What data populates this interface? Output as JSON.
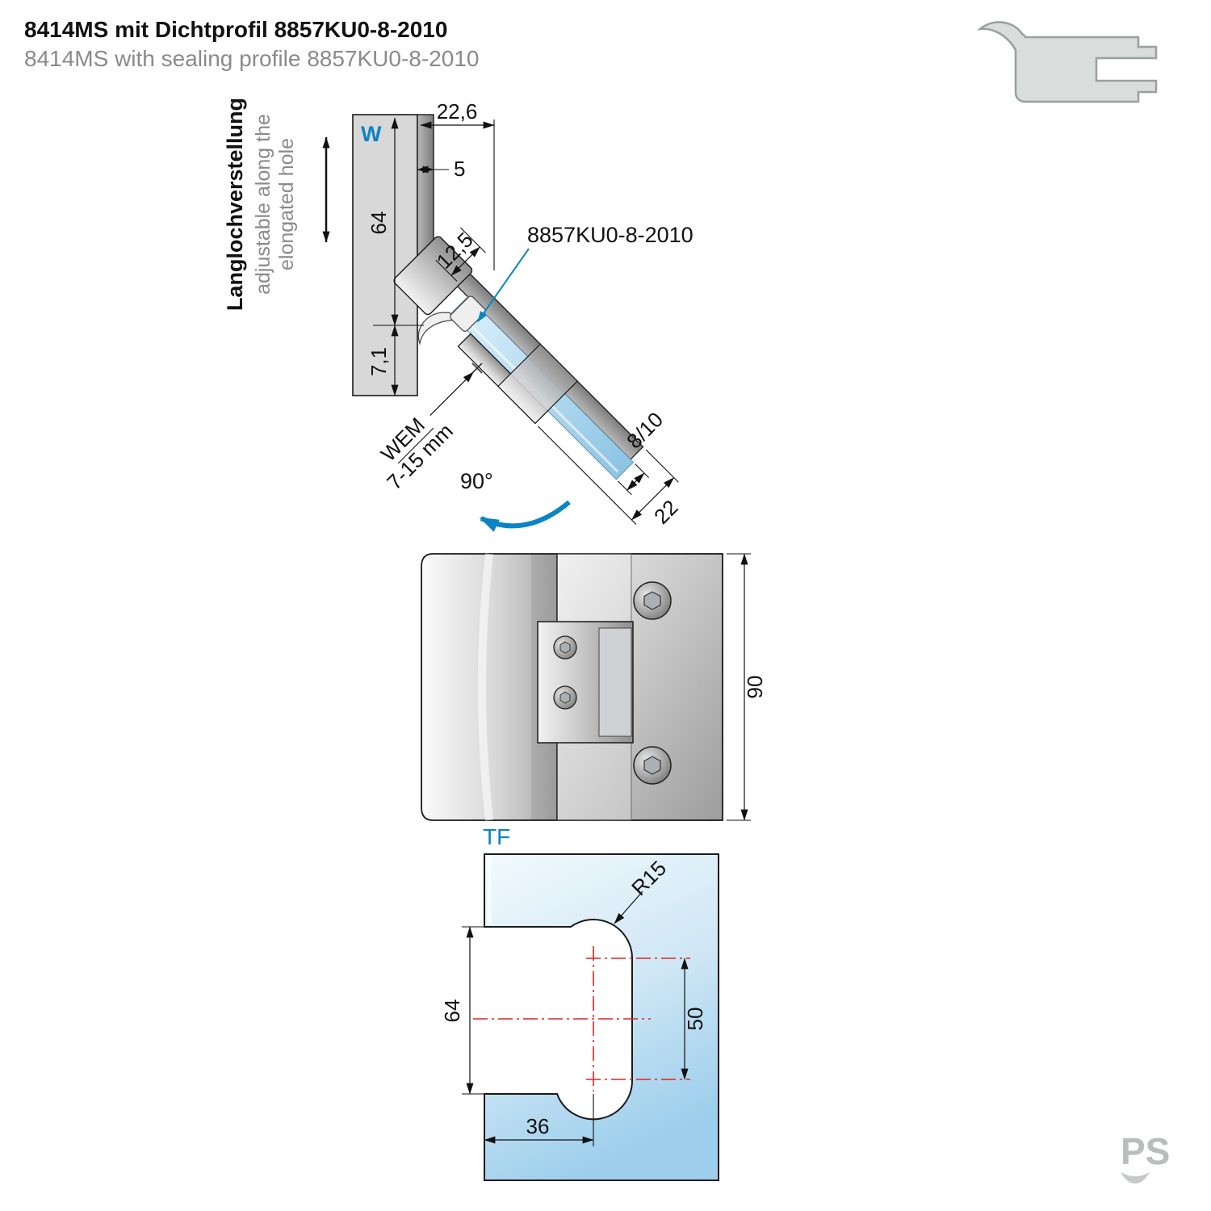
{
  "title": {
    "de": "8414MS mit Dichtprofil 8857KU0-8-2010",
    "en": "8414MS with sealing profile 8857KU0-8-2010"
  },
  "side_note": {
    "de": "Langlochverstellung",
    "en_line1": "adjustable along the",
    "en_line2": "elongated hole"
  },
  "colors": {
    "accent_blue": "#0b84c4",
    "glass_blue": "#9fcde9",
    "centerline_red": "#e02424",
    "metal_gray": "#b9bdbd",
    "title_gray": "#8a8a8a"
  },
  "top_view": {
    "wall_label": "W",
    "dims": {
      "d226": "22,6",
      "d5": "5",
      "d64": "64",
      "d71": "7,1",
      "d125": "12,5",
      "seal_label": "8857KU0-8-2010",
      "wem": "WEM",
      "wem_range": "7-15 mm",
      "angle": "90°",
      "glass_thickness": "8/10",
      "d22": "22"
    }
  },
  "front_view": {
    "d90": "90",
    "label": "TF"
  },
  "template_view": {
    "d64": "64",
    "d50": "50",
    "d36": "36",
    "r15": "R15"
  },
  "logo": {
    "text": "PS"
  }
}
